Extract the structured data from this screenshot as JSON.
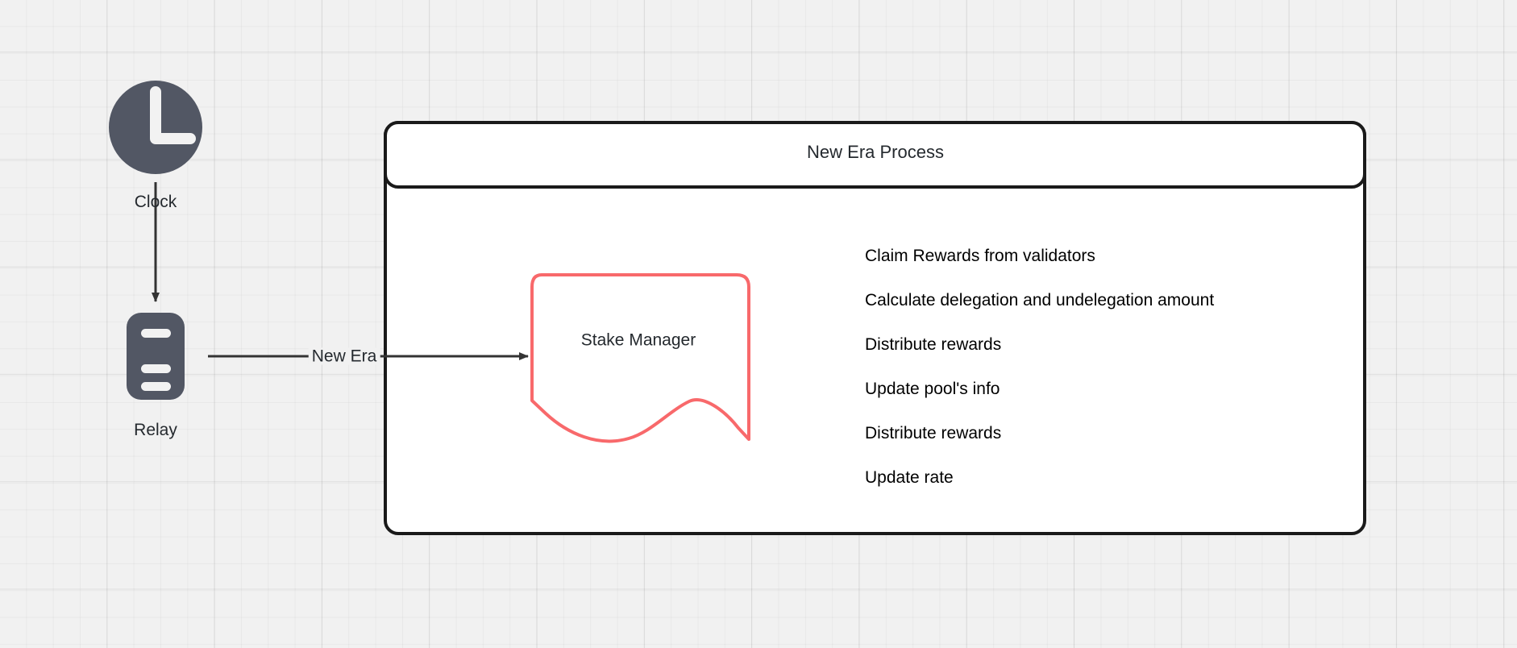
{
  "canvas": {
    "background_color": "#f1f1f1",
    "grid": "on"
  },
  "nodes": {
    "clock": {
      "label": "Clock",
      "icon": "clock-icon",
      "color": "#525764"
    },
    "relay": {
      "label": "Relay",
      "icon": "server-icon",
      "color": "#525764"
    },
    "stake_manager": {
      "label": "Stake Manager",
      "shape": "note-wavy-bottom",
      "stroke_color": "#f8696b",
      "fill_color": "#ffffff"
    }
  },
  "edges": {
    "clock_to_relay": {
      "label": ""
    },
    "relay_to_stake_manager": {
      "label": "New Era"
    }
  },
  "process_box": {
    "title": "New Era Process",
    "border_color": "#1a1a1a",
    "fill_color": "#ffffff",
    "steps": [
      "Claim Rewards from validators",
      "Calculate delegation and undelegation amount",
      "Distribute rewards",
      "Update pool's info",
      "Distribute rewards",
      "Update rate"
    ]
  }
}
